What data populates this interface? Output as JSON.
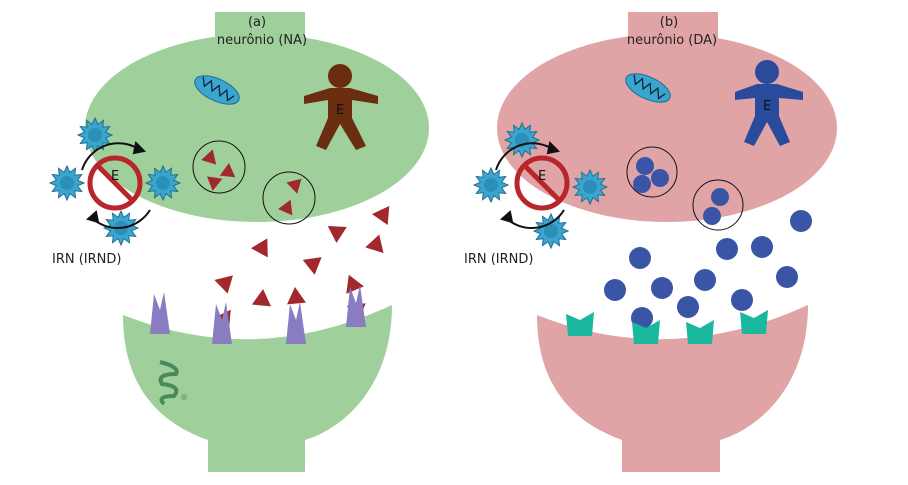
{
  "panels": {
    "a": {
      "letter": "(a)",
      "title": "neurônio (NA)",
      "enzyme": "E",
      "inhibitor_label": "IRN (IRND)",
      "blocked_enzyme": "E"
    },
    "b": {
      "letter": "(b)",
      "title": "neurônio (DA)",
      "enzyme": "E",
      "inhibitor_label": "IRN (IRND)",
      "blocked_enzyme": "E"
    }
  },
  "colors": {
    "na_neuron": "#9fd09b",
    "da_neuron": "#e0a4a6",
    "noradrenaline": "#a3282d",
    "dopamine": "#3a55a5",
    "na_receptor": "#8a7cc0",
    "da_receptor": "#1bb8a0",
    "transporter": "#3aa6cf",
    "mitochondrion": "#3aa6cf",
    "enzyme_na": "#6b2d10",
    "enzyme_da": "#2a4a9c",
    "inhibition": "#b8262c"
  },
  "watermark": "®"
}
